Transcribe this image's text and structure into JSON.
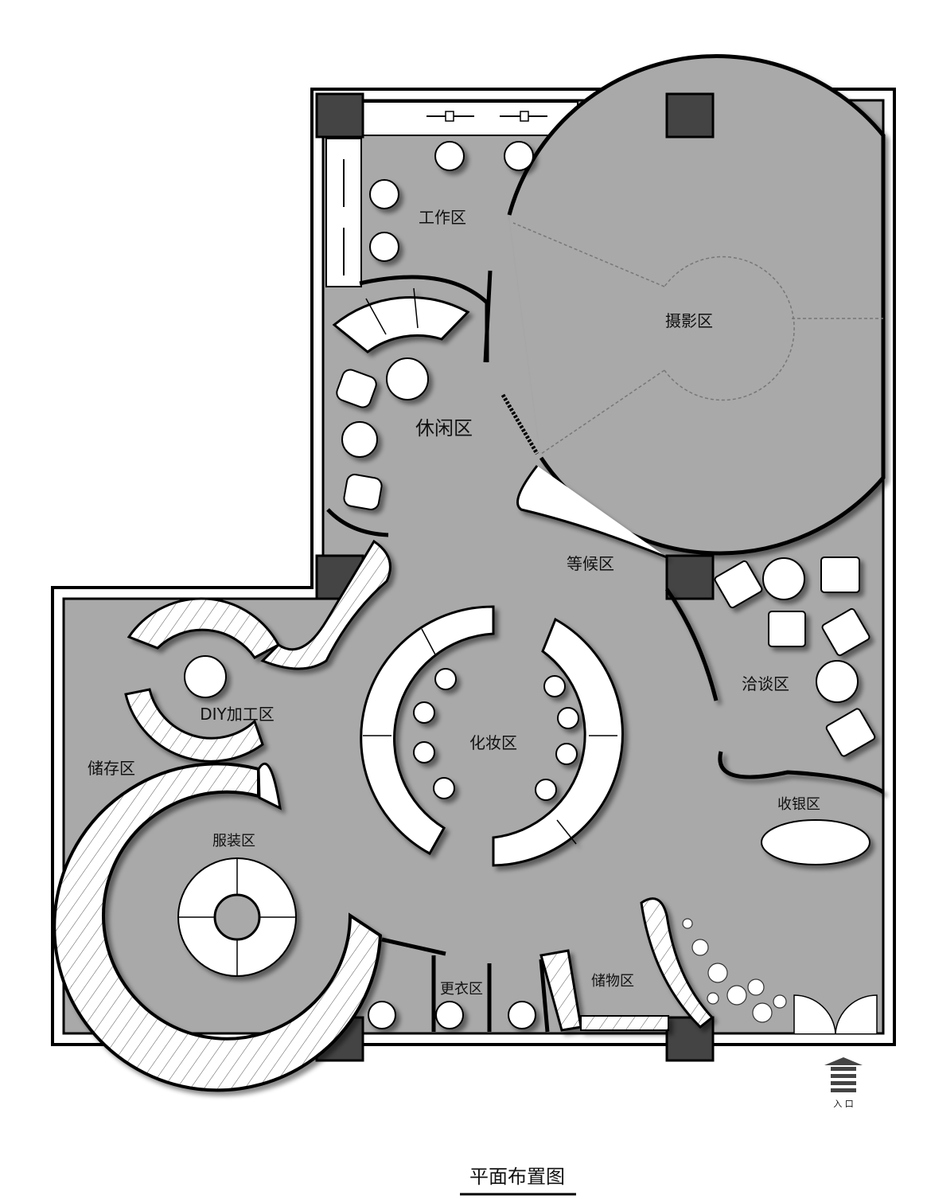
{
  "zones": {
    "work": "工作区",
    "photo": "摄影区",
    "leisure": "休闲区",
    "waiting": "等候区",
    "negotiation": "洽谈区",
    "diy": "DIY加工区",
    "storage": "储存区",
    "makeup": "化妆区",
    "cashier": "收银区",
    "costume": "服装区",
    "dressing": "更衣区",
    "goods": "储物区"
  },
  "entrance": "入 口",
  "title": "平面布置图"
}
